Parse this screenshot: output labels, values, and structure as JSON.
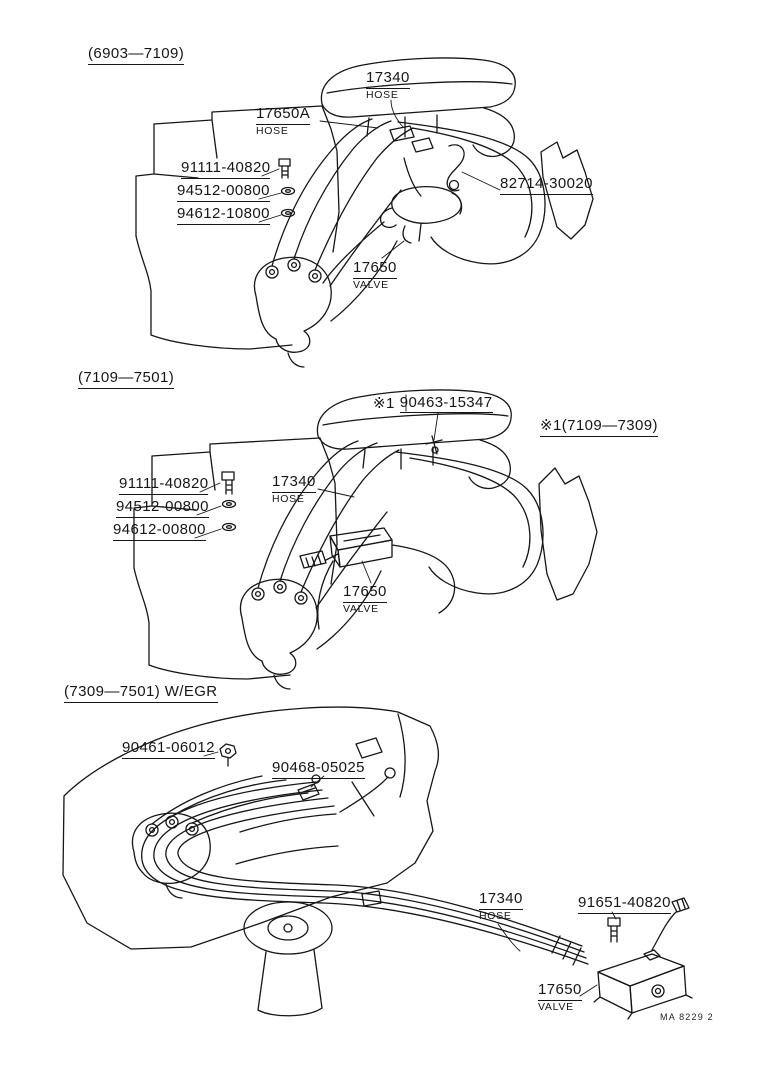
{
  "colors": {
    "ink": "#161616",
    "paper": "#ffffff"
  },
  "footer": {
    "code": "MA 8229 2"
  },
  "sections": [
    {
      "title": "(6903—7109)",
      "labels": {
        "hose_17340": {
          "number": "17340",
          "name": "HOSE"
        },
        "hose_17650a": {
          "number": "17650A",
          "name": "HOSE"
        },
        "bolt_91111": "91111-40820",
        "washer_94512": "94512-00800",
        "washer_94612": "94612-10800",
        "clamp_82714": "82714-30020",
        "valve_17650": {
          "number": "17650",
          "name": "VALVE"
        }
      }
    },
    {
      "title": "(7109—7501)",
      "note": {
        "marker": "※1",
        "number": "90463-15347"
      },
      "range_note": "※1(7109—7309)",
      "labels": {
        "bolt_91111": "91111-40820",
        "hose_17340": {
          "number": "17340",
          "name": "HOSE"
        },
        "washer_94512": "94512-00800",
        "washer_94612": "94612-00800",
        "valve_17650": {
          "number": "17650",
          "name": "VALVE"
        }
      }
    },
    {
      "title": "(7309—7501) W/EGR",
      "labels": {
        "nut_90461": "90461-06012",
        "clip_90468": "90468-05025",
        "hose_17340": {
          "number": "17340",
          "name": "HOSE"
        },
        "bolt_91651": "91651-40820",
        "valve_17650": {
          "number": "17650",
          "name": "VALVE"
        }
      }
    }
  ]
}
